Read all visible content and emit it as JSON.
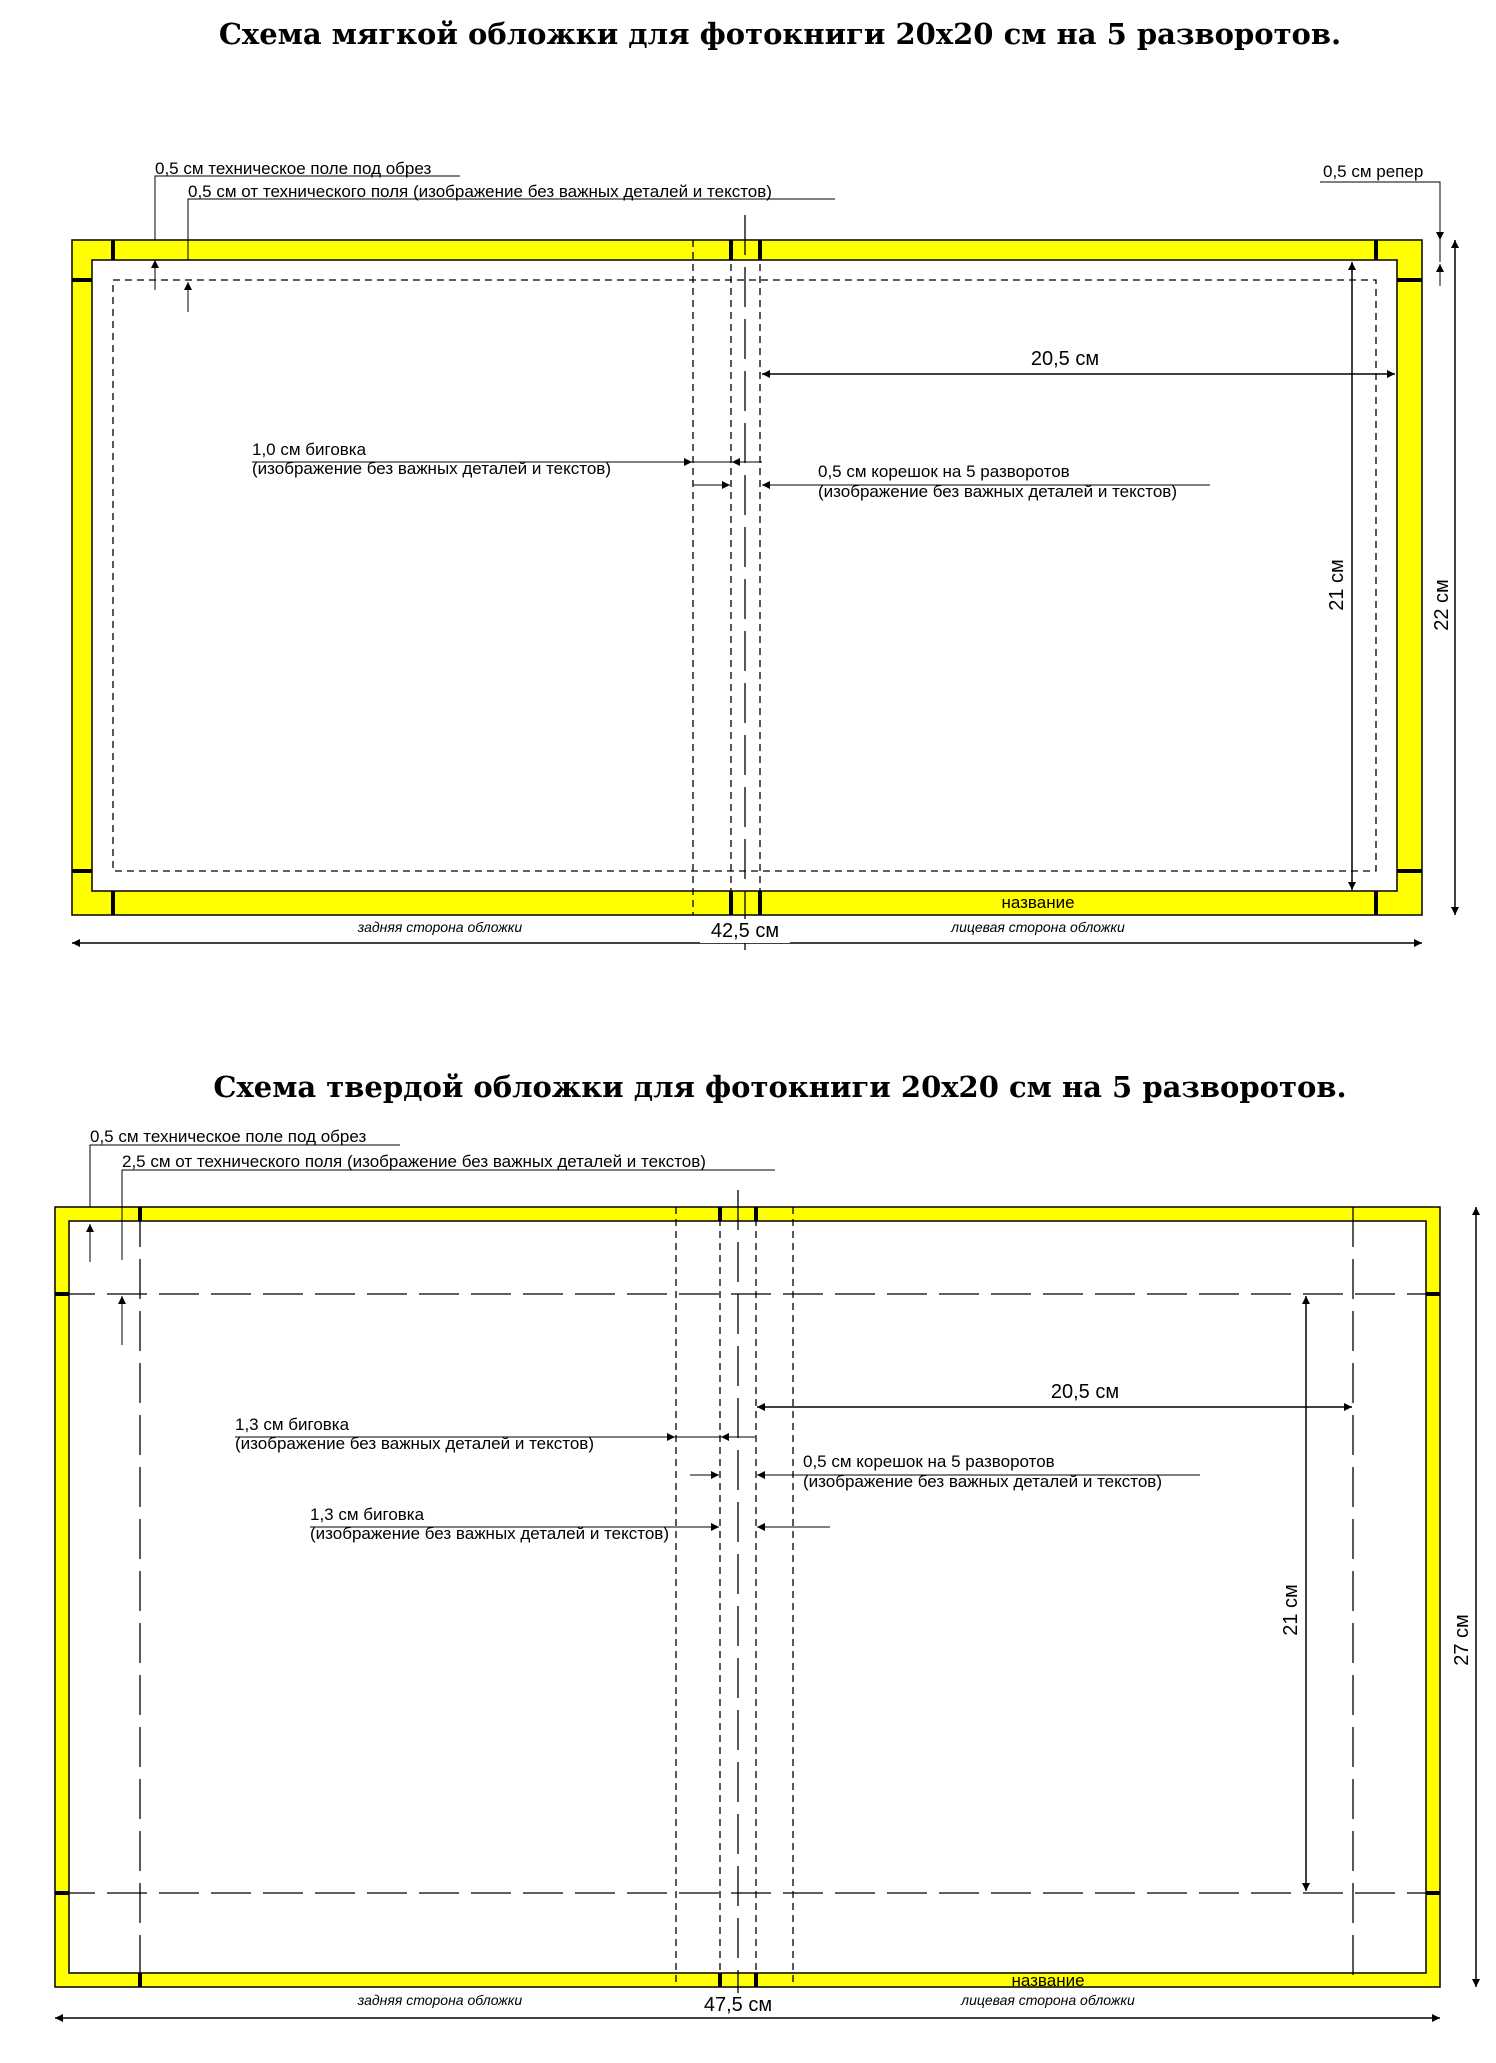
{
  "colors": {
    "bleed_fill": "#ffff00",
    "line": "#000000",
    "background": "#ffffff"
  },
  "soft": {
    "title": "Схема мягкой обложки для фотокниги 20х20 см на 5 разворотов.",
    "bleed_label": "0,5 см техническое поле под обрез",
    "safe_label": "0,5 см от технического поля (изображение без важных деталей и текстов)",
    "marker_label": "0,5 см репер",
    "page_width": "20,5 см",
    "fold_label_1": "1,0 см биговка",
    "fold_label_2": "(изображение без важных деталей и текстов)",
    "spine_label_1": "0,5 см корешок на 5 разворотов",
    "spine_label_2": "(изображение без важных деталей и текстов)",
    "height_inner": "21 см",
    "height_total": "22 см",
    "width_total": "42,5 см",
    "back_label": "задняя сторона обложки",
    "front_label": "лицевая сторона обложки",
    "name_label": "название"
  },
  "hard": {
    "title": "Схема твердой обложки для фотокниги 20х20 см на 5 разворотов.",
    "bleed_label": "0,5 см техническое поле под обрез",
    "safe_label": "2,5 см от технического поля (изображение без важных деталей и текстов)",
    "page_width": "20,5 см",
    "fold1_label_1": "1,3 см биговка",
    "fold1_label_2": "(изображение без важных деталей и текстов)",
    "spine_label_1": "0,5 см корешок на 5 разворотов",
    "spine_label_2": "(изображение без важных деталей и текстов)",
    "fold2_label_1": "1,3 см биговка",
    "fold2_label_2": "(изображение без важных деталей и текстов)",
    "height_inner": "21 см",
    "height_total": "27 см",
    "width_total": "47,5 см",
    "back_label": "задняя сторона обложки",
    "front_label": "лицевая сторона обложки",
    "name_label": "название"
  }
}
